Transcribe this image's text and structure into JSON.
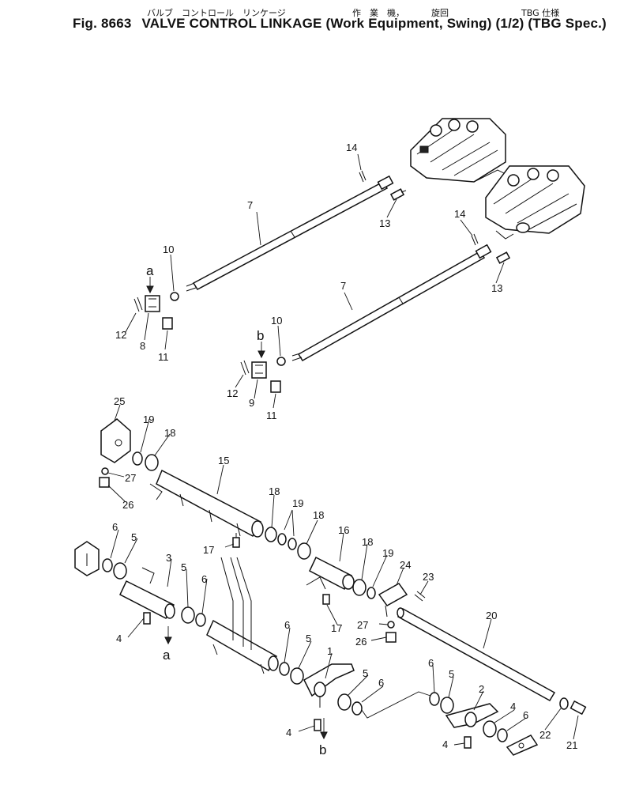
{
  "header": {
    "jp_line": [
      "バルブ　コントロール　リンケージ",
      "作　業　機，",
      "旋回",
      "TBG 仕様"
    ],
    "fig_label": "Fig. 8663",
    "title": "VALVE CONTROL LINKAGE (Work Equipment, Swing) (1/2) (TBG Spec.)"
  },
  "callouts": [
    "1",
    "2",
    "3",
    "4",
    "4",
    "4",
    "5",
    "5",
    "5",
    "5",
    "5",
    "6",
    "6",
    "6",
    "6",
    "6",
    "6",
    "7",
    "7",
    "8",
    "9",
    "10",
    "10",
    "11",
    "11",
    "12",
    "12",
    "13",
    "13",
    "14",
    "14",
    "15",
    "16",
    "17",
    "17",
    "18",
    "18",
    "18",
    "18",
    "19",
    "19",
    "19",
    "20",
    "21",
    "22",
    "23",
    "24",
    "25",
    "26",
    "26",
    "27",
    "27"
  ],
  "view_letters": [
    "a",
    "a",
    "b",
    "b"
  ]
}
